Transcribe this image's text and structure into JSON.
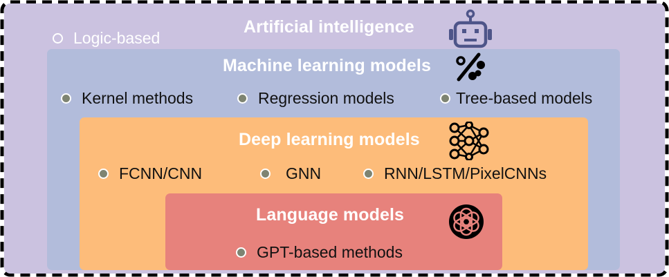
{
  "colors": {
    "ai_panel": "#cbc2e0",
    "ml_panel": "#b2bcdb",
    "dl_panel": "#fdbc7a",
    "lm_panel": "#e7827c",
    "bullet": "#7e8472",
    "title_text": "#ffffff",
    "border": "#000000"
  },
  "ai": {
    "title": "Artificial intelligence",
    "icon": "robot-icon",
    "items": [
      {
        "label": "Logic-based"
      }
    ]
  },
  "ml": {
    "title": "Machine learning models",
    "icon": "percent-icon",
    "items": [
      {
        "label": "Kernel methods"
      },
      {
        "label": "Regression models"
      },
      {
        "label": "Tree-based models"
      }
    ]
  },
  "dl": {
    "title": "Deep learning models",
    "icon": "neural-network-icon",
    "items": [
      {
        "label": "FCNN/CNN"
      },
      {
        "label": "GNN"
      },
      {
        "label": "RNN/LSTM/PixelCNNs"
      }
    ]
  },
  "lm": {
    "title": "Language models",
    "icon": "openai-logo-icon",
    "items": [
      {
        "label": "GPT-based methods"
      }
    ]
  }
}
